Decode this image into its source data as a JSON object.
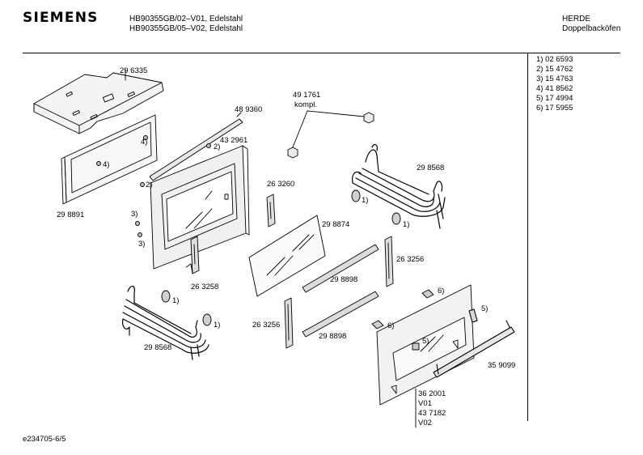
{
  "header": {
    "brand": "SIEMENS",
    "models": [
      "HB90355GB/02–V01, Edelstahl",
      "HB90355GB/05–V02, Edelstahl"
    ],
    "category": [
      "HERDE",
      "Doppelbacköfen"
    ]
  },
  "legend": [
    "1) 02 6593",
    "2) 15 4762",
    "3) 15 4763",
    "4) 41 8562",
    "5) 17 4994",
    "6) 17 5955"
  ],
  "parts": {
    "p296335": "29 6335",
    "p489360": "48 9360",
    "p491761": "49 1761",
    "kompl": "kompl.",
    "p432961": "43 2961",
    "p298891": "29 8891",
    "p263260": "26 3260",
    "p298568_top": "29 8568",
    "p298874": "29 8874",
    "p263256_right": "26 3256",
    "p263258": "26 3258",
    "p298898_top": "29 8898",
    "p298568_bottom": "29 8568",
    "p263256_left": "26 3256",
    "p298898_bottom": "29 8898",
    "p359099": "35 9099",
    "p362001": "36 2001",
    "v01": "V01",
    "p437182": "43 7182",
    "v02": "V02"
  },
  "callouts": {
    "c4a": "4)",
    "c4b": "4)",
    "c2a": "2)",
    "c2b": "2)",
    "c3a": "3)",
    "c3b": "3)",
    "c1a": "1)",
    "c1b": "1)",
    "c1c": "1)",
    "c1d": "1)",
    "c5a": "5)",
    "c5b": "5)",
    "c6a": "6)",
    "c6b": "6)"
  },
  "footer": "e234705-6/5"
}
